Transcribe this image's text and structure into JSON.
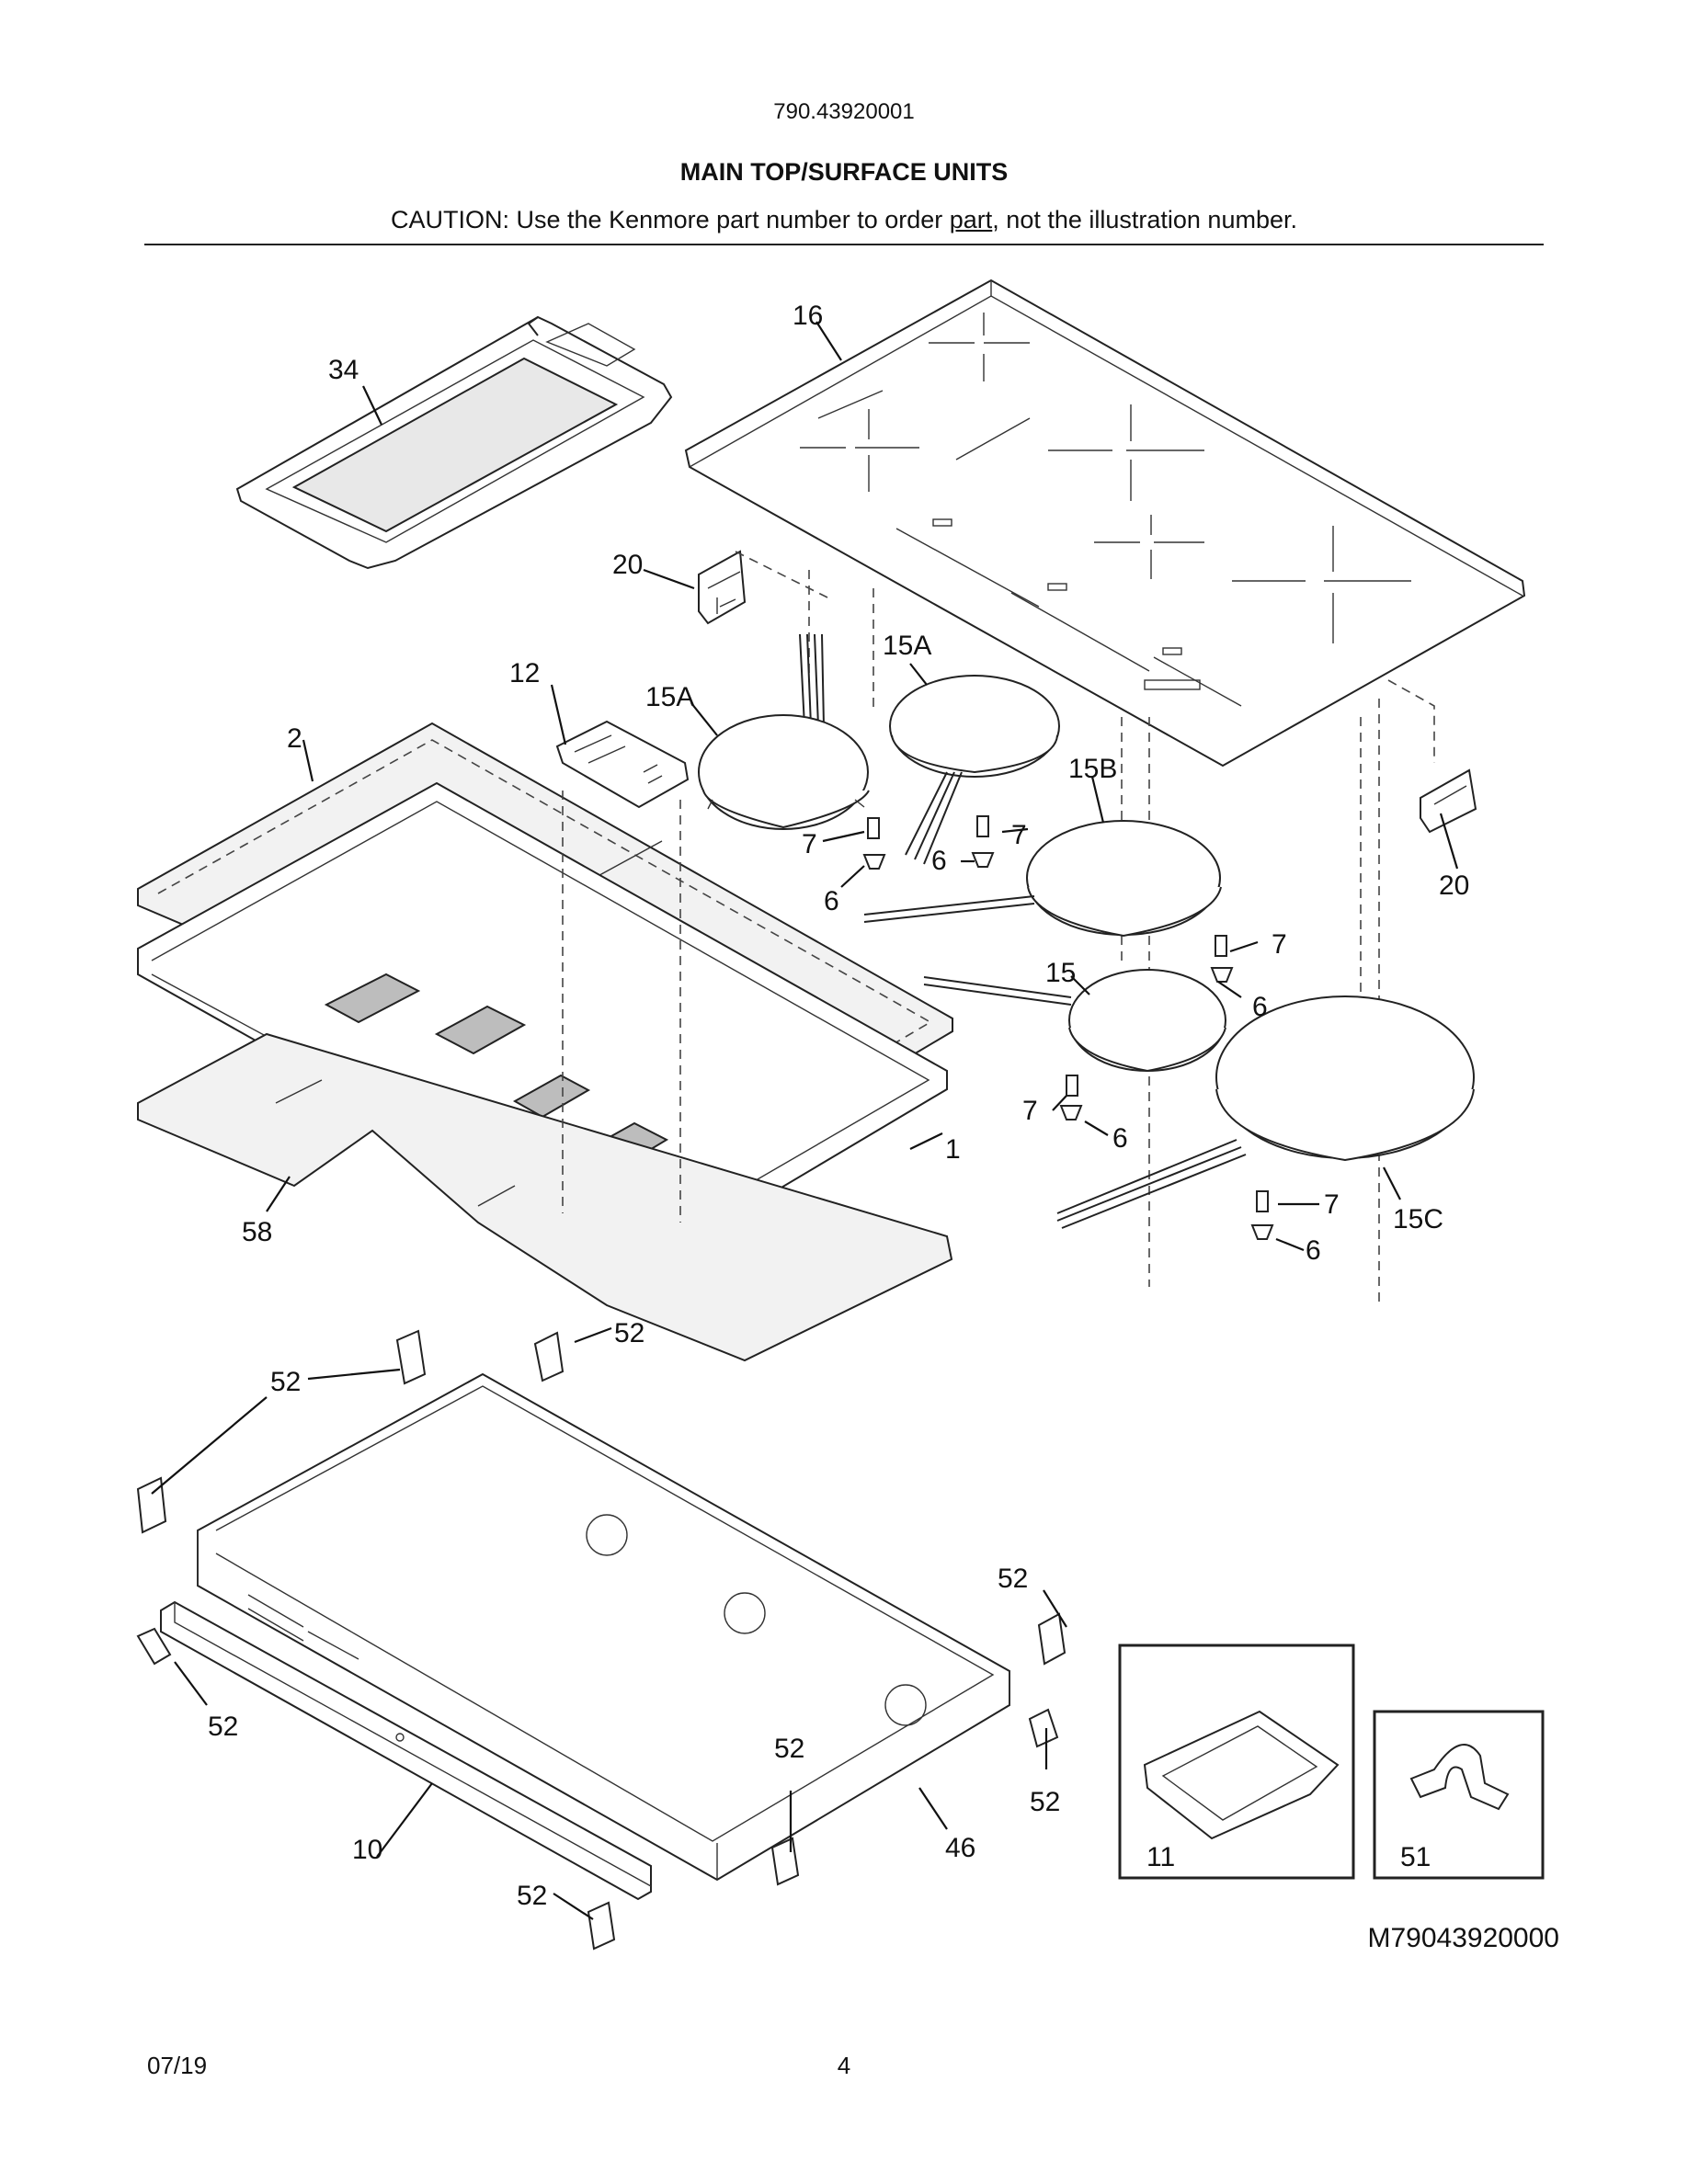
{
  "header": {
    "model_number": "790.43920001",
    "section_title": "MAIN TOP/SURFACE UNITS",
    "caution_before": "CAUTION: Use the Kenmore part number to order ",
    "caution_underlined": "part",
    "caution_after": ", not the illustration number."
  },
  "callouts": [
    "16",
    "34",
    "20",
    "12",
    "15A",
    "15A",
    "2",
    "15B",
    "7",
    "7",
    "6",
    "6",
    "20",
    "7",
    "15",
    "6",
    "7",
    "6",
    "1",
    "58",
    "7",
    "6",
    "15C",
    "52",
    "52",
    "52",
    "52",
    "52",
    "52",
    "10",
    "46",
    "52",
    "11",
    "51"
  ],
  "figure_id": "M79043920000",
  "footer": {
    "date": "07/19",
    "page_number": "4"
  }
}
